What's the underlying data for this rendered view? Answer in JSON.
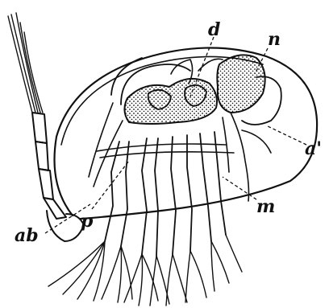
{
  "figure": {
    "labels": {
      "d": "d",
      "n": "n",
      "a1": "a'",
      "m": "m",
      "p": "p",
      "ab": "ab"
    }
  }
}
